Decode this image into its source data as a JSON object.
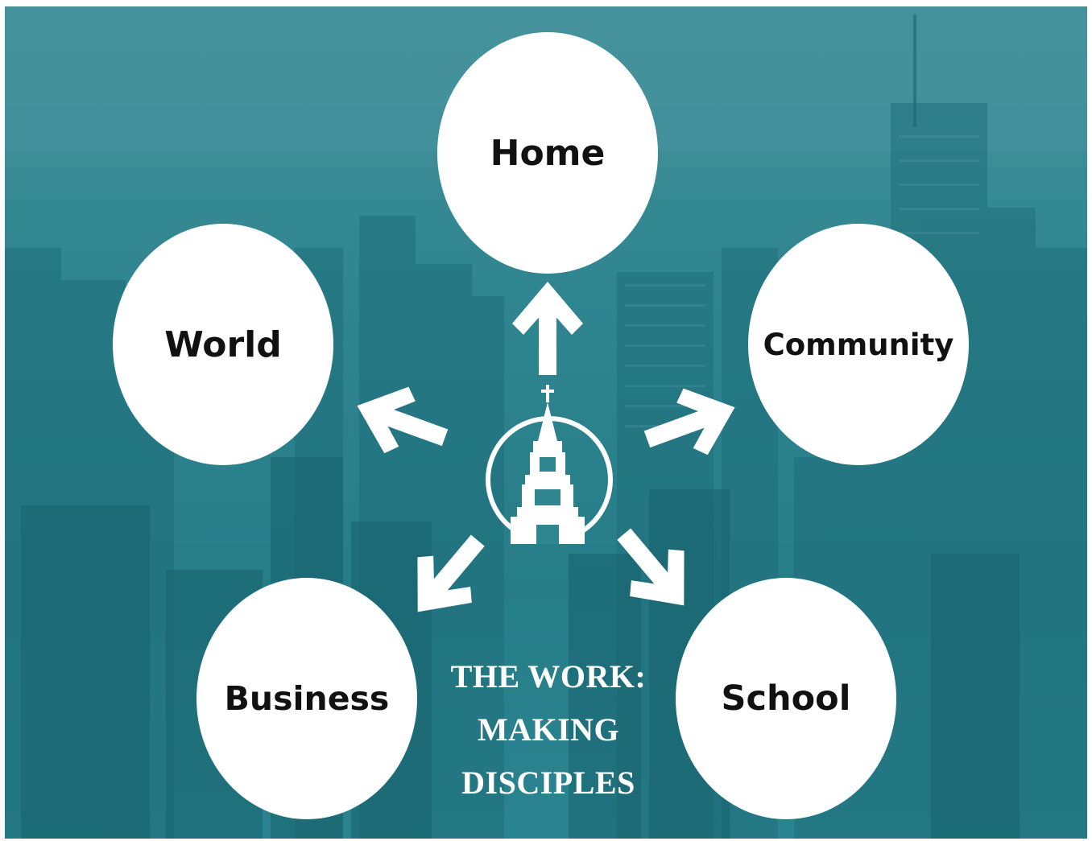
{
  "nodes": {
    "home": "Home",
    "community": "Community",
    "school": "School",
    "business": "Business",
    "world": "World"
  },
  "caption": {
    "line1": "THE WORK:",
    "line2": "MAKING",
    "line3": "DISCIPLES"
  },
  "colors": {
    "overlay": "#2f8590",
    "circle": "#ffffff",
    "arrow": "#ffffff",
    "label": "#111111"
  }
}
